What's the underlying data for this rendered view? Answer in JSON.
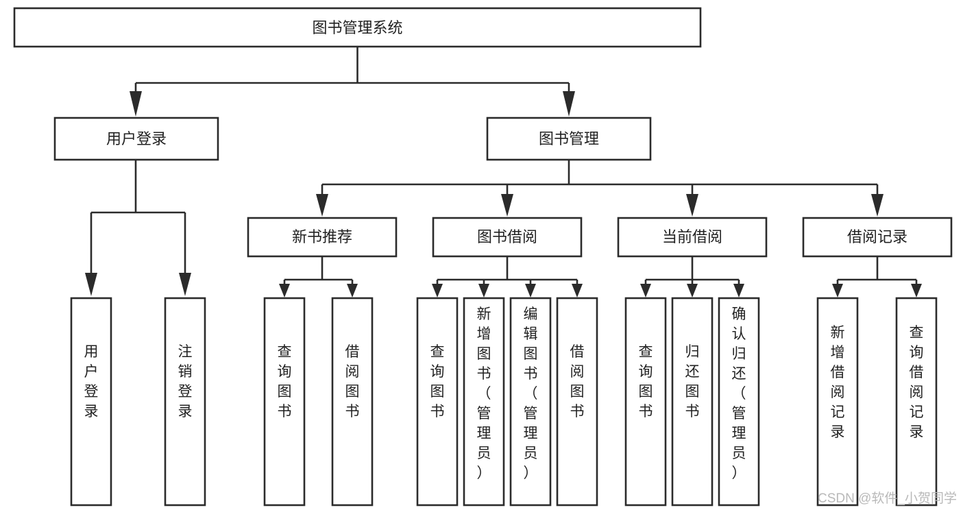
{
  "diagram": {
    "title": "图书管理系统",
    "type": "hierarchy-tree",
    "root": {
      "label": "图书管理系统"
    },
    "level2": [
      {
        "id": "user-login",
        "label": "用户登录"
      },
      {
        "id": "book-management",
        "label": "图书管理"
      }
    ],
    "level3": [
      {
        "id": "new-book-recommend",
        "label": "新书推荐",
        "parent": "book-management"
      },
      {
        "id": "book-borrow",
        "label": "图书借阅",
        "parent": "book-management"
      },
      {
        "id": "current-borrow",
        "label": "当前借阅",
        "parent": "book-management"
      },
      {
        "id": "borrow-record",
        "label": "借阅记录",
        "parent": "book-management"
      }
    ],
    "leaves": [
      {
        "id": "leaf-user-login",
        "label": "用户登录",
        "parent": "user-login"
      },
      {
        "id": "leaf-logout-login",
        "label": "注销登录",
        "parent": "user-login"
      },
      {
        "id": "leaf-query-book-1",
        "label": "查询图书",
        "parent": "new-book-recommend"
      },
      {
        "id": "leaf-borrow-book-1",
        "label": "借阅图书",
        "parent": "new-book-recommend"
      },
      {
        "id": "leaf-query-book-2",
        "label": "查询图书",
        "parent": "book-borrow"
      },
      {
        "id": "leaf-add-book",
        "label": "新增图书（管理员）",
        "parent": "book-borrow"
      },
      {
        "id": "leaf-edit-book",
        "label": "编辑图书（管理员）",
        "parent": "book-borrow"
      },
      {
        "id": "leaf-borrow-book-2",
        "label": "借阅图书",
        "parent": "book-borrow"
      },
      {
        "id": "leaf-query-book-3",
        "label": "查询图书",
        "parent": "current-borrow"
      },
      {
        "id": "leaf-return-book",
        "label": "归还图书",
        "parent": "current-borrow"
      },
      {
        "id": "leaf-confirm-return",
        "label": "确认归还（管理员）",
        "parent": "current-borrow"
      },
      {
        "id": "leaf-add-record",
        "label": "新增借阅记录",
        "parent": "borrow-record"
      },
      {
        "id": "leaf-query-record",
        "label": "查询借阅记录",
        "parent": "borrow-record"
      }
    ]
  },
  "watermark": {
    "text": "CSDN @软件_小贺同学"
  },
  "colors": {
    "stroke": "#2b2b2b",
    "fill": "#ffffff",
    "text": "#222222",
    "watermark": "#b9b9b9"
  }
}
